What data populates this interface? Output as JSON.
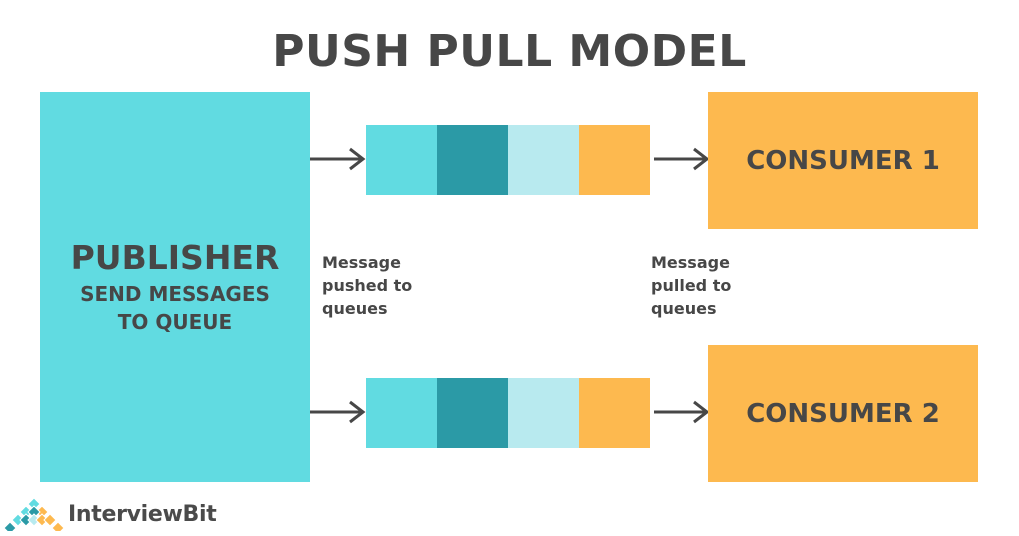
{
  "title": "PUSH PULL MODEL",
  "publisher": {
    "label": "PUBLISHER",
    "sublabel_line1": "SEND MESSAGES",
    "sublabel_line2": "TO QUEUE",
    "color": "#61dbe1"
  },
  "queues": [
    {
      "cells": [
        "#61dbe1",
        "#2b9aa6",
        "#b8eaef",
        "#fdb94f"
      ]
    },
    {
      "cells": [
        "#61dbe1",
        "#2b9aa6",
        "#b8eaef",
        "#fdb94f"
      ]
    }
  ],
  "consumers": [
    {
      "label": "CONSUMER 1",
      "color": "#fdb94f"
    },
    {
      "label": "CONSUMER 2",
      "color": "#fdb94f"
    }
  ],
  "captions": {
    "push": [
      "Message",
      "pushed to",
      "queues"
    ],
    "pull": [
      "Message",
      "pulled to",
      "queues"
    ]
  },
  "logo": {
    "text": "InterviewBit",
    "icon": "diamond-grid-icon"
  }
}
